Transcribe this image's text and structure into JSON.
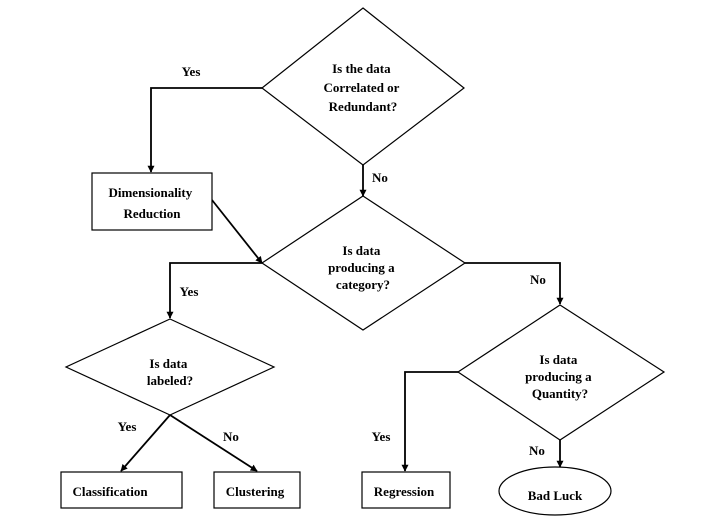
{
  "nodes": {
    "correlated": {
      "lines": [
        "Is the data",
        "Correlated or",
        "Redundant?"
      ]
    },
    "dimred": {
      "lines": [
        "Dimensionality",
        "Reduction"
      ]
    },
    "category": {
      "lines": [
        "Is data",
        "producing a",
        "category?"
      ]
    },
    "labeled": {
      "lines": [
        "Is data",
        "labeled?"
      ]
    },
    "quantity": {
      "lines": [
        "Is data",
        "producing a",
        "Quantity?"
      ]
    },
    "classification": {
      "label": "Classification"
    },
    "clustering": {
      "label": "Clustering"
    },
    "regression": {
      "label": "Regression"
    },
    "badluck": {
      "label": "Bad Luck"
    }
  },
  "edge_labels": {
    "correlated_yes": "Yes",
    "correlated_no": "No",
    "category_yes": "Yes",
    "category_no": "No",
    "labeled_yes": "Yes",
    "labeled_no": "No",
    "quantity_yes": "Yes",
    "quantity_no": "No"
  }
}
